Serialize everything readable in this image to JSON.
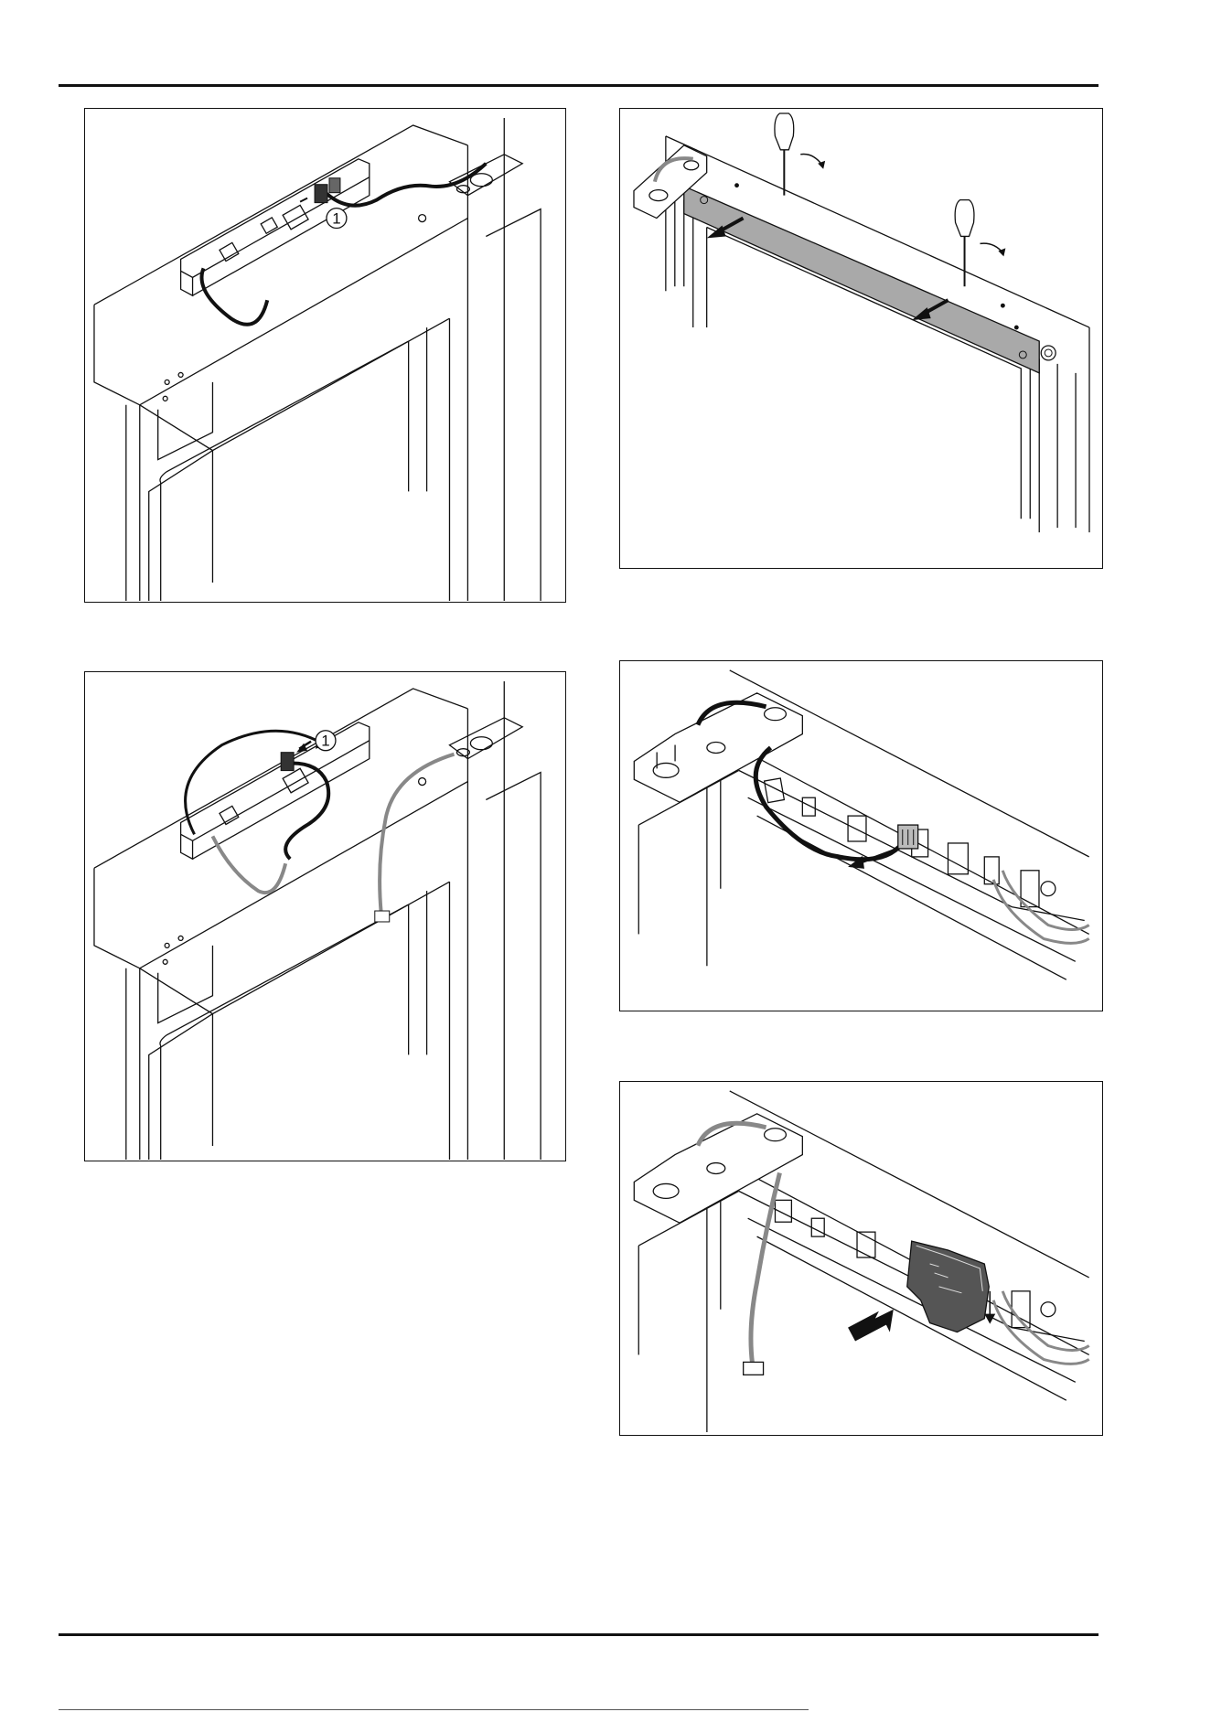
{
  "figures": [
    {
      "id": "fig-1",
      "callout": "1",
      "view": "top-frame-light-module-detached"
    },
    {
      "id": "fig-2",
      "callout": "",
      "view": "cover-strip-pried-with-screwdrivers"
    },
    {
      "id": "fig-3",
      "callout": "1",
      "view": "light-module-connector-rerouted"
    },
    {
      "id": "fig-4",
      "callout": "",
      "view": "hinge-cable-connector-pulled"
    },
    {
      "id": "fig-5",
      "callout": "",
      "view": "control-module-removed"
    }
  ],
  "icons": [
    "screwdriver-icon",
    "arrow-icon",
    "rotate-arrow-icon",
    "connector-icon",
    "hinge-icon"
  ],
  "colors": {
    "line": "#111111",
    "strip": "#a9a9a9",
    "cable_dark": "#111111",
    "cable_grey": "#8a8a8a"
  }
}
